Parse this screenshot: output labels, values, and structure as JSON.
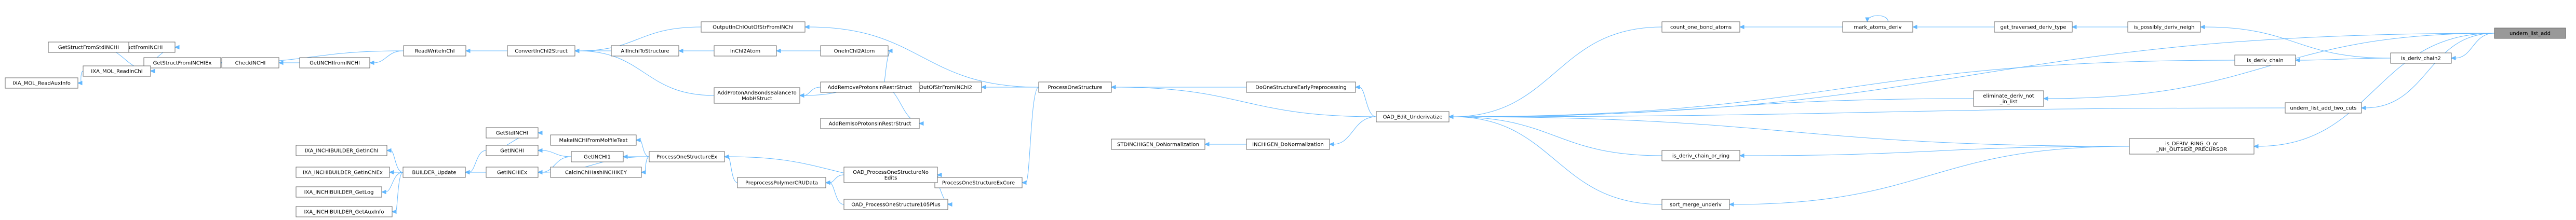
{
  "graph": {
    "root": "undern_list_add",
    "nodes": [
      {
        "id": "undern_list_add",
        "label": [
          "undern_list_add"
        ],
        "root": true
      },
      {
        "id": "is_deriv_chain2",
        "label": [
          "is_deriv_chain2"
        ]
      },
      {
        "id": "is_deriv_chain",
        "label": [
          "is_deriv_chain"
        ]
      },
      {
        "id": "undern_list_add_two_cuts",
        "label": [
          "undern_list_add_two_cuts"
        ]
      },
      {
        "id": "is_DERIV_RING_O_or_NH_OUTSIDE_PRECURSOR",
        "label": [
          "is_DERIV_RING_O_or",
          "_NH_OUTSIDE_PRECURSOR"
        ]
      },
      {
        "id": "is_possibly_deriv_neigh",
        "label": [
          "is_possibly_deriv_neigh"
        ]
      },
      {
        "id": "get_traversed_deriv_type",
        "label": [
          "get_traversed_deriv_type"
        ]
      },
      {
        "id": "mark_atoms_deriv",
        "label": [
          "mark_atoms_deriv"
        ]
      },
      {
        "id": "count_one_bond_atoms",
        "label": [
          "count_one_bond_atoms"
        ]
      },
      {
        "id": "eliminate_deriv_not_in_list",
        "label": [
          "eliminate_deriv_not",
          "_in_list"
        ]
      },
      {
        "id": "is_deriv_chain_or_ring",
        "label": [
          "is_deriv_chain_or_ring"
        ]
      },
      {
        "id": "sort_merge_underiv",
        "label": [
          "sort_merge_underiv"
        ]
      },
      {
        "id": "OAD_Edit_Underivatize",
        "label": [
          "OAD_Edit_Underivatize"
        ]
      },
      {
        "id": "DoOneStructureEarlyPreprocessing",
        "label": [
          "DoOneStructureEarlyPreprocessing"
        ]
      },
      {
        "id": "INCHIGEN_DoNormalization",
        "label": [
          "INCHIGEN_DoNormalization"
        ]
      },
      {
        "id": "STDINCHIGEN_DoNormalization",
        "label": [
          "STDINCHIGEN_DoNormalization"
        ]
      },
      {
        "id": "ProcessOneStructure",
        "label": [
          "ProcessOneStructure"
        ]
      },
      {
        "id": "ProcessOneStructureExCore",
        "label": [
          "ProcessOneStructureExCore"
        ]
      },
      {
        "id": "MakeInChIOutOfStrFromINChI2",
        "label": [
          "MakeInChIOutOfStrFromINChI2"
        ]
      },
      {
        "id": "OutputInChIOutOfStrFromINChI",
        "label": [
          "OutputInChIOutOfStrFromINChI"
        ]
      },
      {
        "id": "OneInChI2Atom",
        "label": [
          "OneInChI2Atom"
        ]
      },
      {
        "id": "AddRemoveProtonsInRestrStruct",
        "label": [
          "AddRemoveProtonsInRestrStruct"
        ]
      },
      {
        "id": "AddProtonAndBondsBalanceToMobHStruct",
        "label": [
          "AddProtonAndBondsBalanceTo",
          "MobHStruct"
        ]
      },
      {
        "id": "AddRemIsoProtonsInRestrStruct",
        "label": [
          "AddRemIsoProtonsInRestrStruct"
        ]
      },
      {
        "id": "InChI2Atom",
        "label": [
          "InChI2Atom"
        ]
      },
      {
        "id": "AllInchiToStructure",
        "label": [
          "AllInchiToStructure"
        ]
      },
      {
        "id": "ConvertInChI2Struct",
        "label": [
          "ConvertInChI2Struct"
        ]
      },
      {
        "id": "ReadWriteInChI",
        "label": [
          "ReadWriteInChI"
        ]
      },
      {
        "id": "GetINCHIfromINCHI",
        "label": [
          "GetINCHIfromINCHI"
        ]
      },
      {
        "id": "CheckINCHI",
        "label": [
          "CheckINCHI"
        ]
      },
      {
        "id": "GetStructFromINCHIEx",
        "label": [
          "GetStructFromINCHIEx"
        ]
      },
      {
        "id": "GetStructFromINCHI",
        "label": [
          "GetStructFromINCHI"
        ]
      },
      {
        "id": "GetStructFromStdINCHI",
        "label": [
          "GetStructFromStdINCHI"
        ]
      },
      {
        "id": "IXA_MOL_ReadInChI",
        "label": [
          "IXA_MOL_ReadInChI"
        ]
      },
      {
        "id": "IXA_MOL_ReadAuxInfo",
        "label": [
          "IXA_MOL_ReadAuxInfo"
        ]
      },
      {
        "id": "OAD_ProcessOneStructureNoEdits",
        "label": [
          "OAD_ProcessOneStructureNo",
          "Edits"
        ]
      },
      {
        "id": "OAD_ProcessOneStructure105Plus",
        "label": [
          "OAD_ProcessOneStructure105Plus"
        ]
      },
      {
        "id": "PreprocessPolymerCRUData",
        "label": [
          "PreprocessPolymerCRUData"
        ]
      },
      {
        "id": "ProcessOneStructureEx",
        "label": [
          "ProcessOneStructureEx"
        ]
      },
      {
        "id": "MakeINCHIFromMolfileText",
        "label": [
          "MakeINCHIFromMolfileText"
        ]
      },
      {
        "id": "GetINCHI1",
        "label": [
          "GetINCHI1"
        ]
      },
      {
        "id": "CalcInChIHash",
        "label": [
          "CalcInChIHashINCHIKEY"
        ]
      },
      {
        "id": "GetINCHI",
        "label": [
          "GetINCHI"
        ]
      },
      {
        "id": "GetINCHIEx",
        "label": [
          "GetINCHIEx"
        ]
      },
      {
        "id": "GetStdINCHI",
        "label": [
          "GetStdINCHI"
        ]
      },
      {
        "id": "INCHIGEN_Setup",
        "label": [
          "BUILDER_Update"
        ]
      },
      {
        "id": "IXA_INCHIBUILDER_GetInChI",
        "label": [
          "IXA_INCHIBUILDER_GetInChI"
        ]
      },
      {
        "id": "IXA_INCHIBUILDER_GetInChIEx",
        "label": [
          "IXA_INCHIBUILDER_GetInChIEx"
        ]
      },
      {
        "id": "IXA_INCHIBUILDER_GetLog",
        "label": [
          "IXA_INCHIBUILDER_GetLog"
        ]
      },
      {
        "id": "IXA_INCHIBUILDER_GetAuxInfo",
        "label": [
          "IXA_INCHIBUILDER_GetAuxInfo"
        ]
      }
    ],
    "edges": [
      [
        "undern_list_add",
        "is_deriv_chain2"
      ],
      [
        "undern_list_add",
        "undern_list_add_two_cuts"
      ],
      [
        "undern_list_add",
        "is_DERIV_RING_O_or_NH_OUTSIDE_PRECURSOR"
      ],
      [
        "undern_list_add",
        "eliminate_deriv_not_in_list"
      ],
      [
        "undern_list_add",
        "OAD_Edit_Underivatize"
      ],
      [
        "is_deriv_chain2",
        "is_deriv_chain"
      ],
      [
        "is_deriv_chain2",
        "is_possibly_deriv_neigh"
      ],
      [
        "is_possibly_deriv_neigh",
        "get_traversed_deriv_type"
      ],
      [
        "get_traversed_deriv_type",
        "mark_atoms_deriv"
      ],
      [
        "mark_atoms_deriv",
        "mark_atoms_deriv"
      ],
      [
        "mark_atoms_deriv",
        "count_one_bond_atoms"
      ],
      [
        "count_one_bond_atoms",
        "OAD_Edit_Underivatize"
      ],
      [
        "is_deriv_chain",
        "OAD_Edit_Underivatize"
      ],
      [
        "undern_list_add_two_cuts",
        "OAD_Edit_Underivatize"
      ],
      [
        "is_DERIV_RING_O_or_NH_OUTSIDE_PRECURSOR",
        "is_deriv_chain_or_ring"
      ],
      [
        "is_DERIV_RING_O_or_NH_OUTSIDE_PRECURSOR",
        "OAD_Edit_Underivatize"
      ],
      [
        "is_DERIV_RING_O_or_NH_OUTSIDE_PRECURSOR",
        "sort_merge_underiv"
      ],
      [
        "eliminate_deriv_not_in_list",
        "OAD_Edit_Underivatize"
      ],
      [
        "is_deriv_chain_or_ring",
        "OAD_Edit_Underivatize"
      ],
      [
        "sort_merge_underiv",
        "OAD_Edit_Underivatize"
      ],
      [
        "OAD_Edit_Underivatize",
        "DoOneStructureEarlyPreprocessing"
      ],
      [
        "OAD_Edit_Underivatize",
        "INCHIGEN_DoNormalization"
      ],
      [
        "OAD_Edit_Underivatize",
        "ProcessOneStructure"
      ],
      [
        "DoOneStructureEarlyPreprocessing",
        "ProcessOneStructure"
      ],
      [
        "INCHIGEN_DoNormalization",
        "STDINCHIGEN_DoNormalization"
      ],
      [
        "ProcessOneStructure",
        "MakeInChIOutOfStrFromINChI2"
      ],
      [
        "ProcessOneStructure",
        "OutputInChIOutOfStrFromINChI"
      ],
      [
        "ProcessOneStructure",
        "ProcessOneStructureExCore"
      ],
      [
        "MakeInChIOutOfStrFromINChI2",
        "OneInChI2Atom"
      ],
      [
        "MakeInChIOutOfStrFromINChI2",
        "AddRemoveProtonsInRestrStruct"
      ],
      [
        "MakeInChIOutOfStrFromINChI2",
        "AddProtonAndBondsBalanceToMobHStruct"
      ],
      [
        "MakeInChIOutOfStrFromINChI2",
        "AddRemIsoProtonsInRestrStruct"
      ],
      [
        "OutputInChIOutOfStrFromINChI",
        "ConvertInChI2Struct"
      ],
      [
        "OneInChI2Atom",
        "InChI2Atom"
      ],
      [
        "InChI2Atom",
        "AllInchiToStructure"
      ],
      [
        "AllInchiToStructure",
        "ConvertInChI2Struct"
      ],
      [
        "AddRemoveProtonsInRestrStruct",
        "AddProtonAndBondsBalanceToMobHStruct"
      ],
      [
        "AddProtonAndBondsBalanceToMobHStruct",
        "ConvertInChI2Struct"
      ],
      [
        "ConvertInChI2Struct",
        "ReadWriteInChI"
      ],
      [
        "ReadWriteInChI",
        "GetINCHIfromINCHI"
      ],
      [
        "ReadWriteInChI",
        "GetStructFromINCHIEx"
      ],
      [
        "GetINCHIfromINCHI",
        "CheckINCHI"
      ],
      [
        "CheckINCHI",
        "GetStructFromINCHIEx"
      ],
      [
        "GetStructFromINCHIEx",
        "GetStructFromINCHI"
      ],
      [
        "GetStructFromINCHIEx",
        "IXA_MOL_ReadInChI"
      ],
      [
        "GetStructFromINCHI",
        "GetStructFromStdINCHI"
      ],
      [
        "GetStructFromINCHI",
        "IXA_MOL_ReadInChI"
      ],
      [
        "IXA_MOL_ReadInChI",
        "IXA_MOL_ReadAuxInfo"
      ],
      [
        "ProcessOneStructureExCore",
        "OAD_ProcessOneStructureNoEdits"
      ],
      [
        "ProcessOneStructureExCore",
        "OAD_ProcessOneStructure105Plus"
      ],
      [
        "ProcessOneStructureExCore",
        "ProcessOneStructureEx"
      ],
      [
        "OAD_ProcessOneStructureNoEdits",
        "PreprocessPolymerCRUData"
      ],
      [
        "OAD_ProcessOneStructure105Plus",
        "PreprocessPolymerCRUData"
      ],
      [
        "PreprocessPolymerCRUData",
        "ProcessOneStructureEx"
      ],
      [
        "ProcessOneStructureEx",
        "MakeINCHIFromMolfileText"
      ],
      [
        "ProcessOneStructureEx",
        "GetINCHI1"
      ],
      [
        "ProcessOneStructureEx",
        "CalcInChIHash"
      ],
      [
        "ProcessOneStructureEx",
        "GetINCHIEx"
      ],
      [
        "GetINCHI1",
        "GetINCHI"
      ],
      [
        "GetINCHI1",
        "GetINCHIEx"
      ],
      [
        "GetINCHI",
        "GetStdINCHI"
      ],
      [
        "GetINCHI",
        "INCHIGEN_Setup"
      ],
      [
        "GetINCHIEx",
        "INCHIGEN_Setup"
      ],
      [
        "INCHIGEN_Setup",
        "IXA_INCHIBUILDER_GetInChI"
      ],
      [
        "INCHIGEN_Setup",
        "IXA_INCHIBUILDER_GetInChIEx"
      ],
      [
        "INCHIGEN_Setup",
        "IXA_INCHIBUILDER_GetLog"
      ],
      [
        "INCHIGEN_Setup",
        "IXA_INCHIBUILDER_GetAuxInfo"
      ]
    ]
  }
}
